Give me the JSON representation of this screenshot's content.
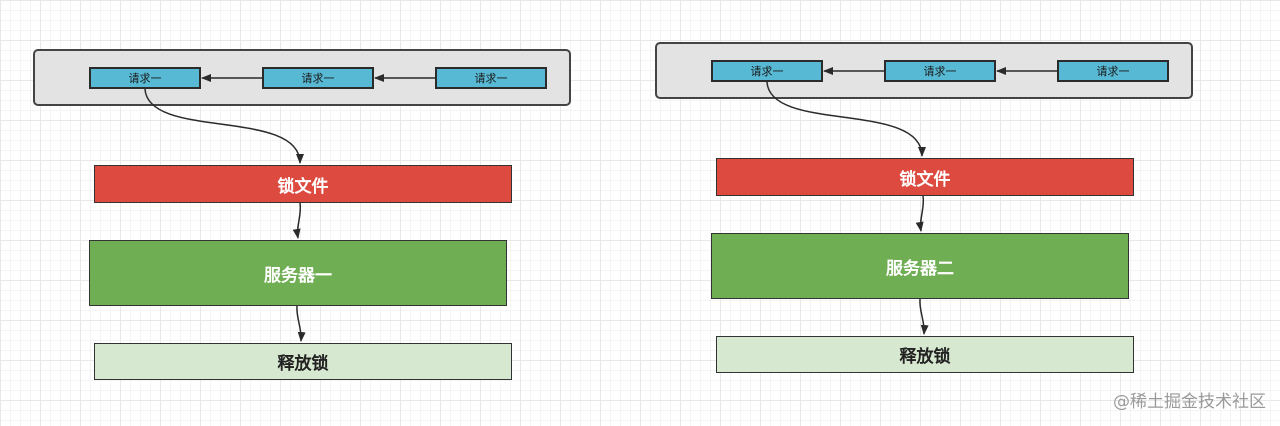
{
  "flows": [
    {
      "requests": [
        "请求一",
        "请求一",
        "请求一"
      ],
      "lock_label": "锁文件",
      "server_label": "服务器一",
      "release_label": "释放锁"
    },
    {
      "requests": [
        "请求一",
        "请求一",
        "请求一"
      ],
      "lock_label": "锁文件",
      "server_label": "服务器二",
      "release_label": "释放锁"
    }
  ],
  "watermark": "@稀土掘金技术社区",
  "colors": {
    "queue_panel": "#e3e3e3",
    "request_box": "#57b9d4",
    "lock_box": "#dc4a40",
    "server_box": "#6fae53",
    "release_box": "#d6e8cf"
  }
}
